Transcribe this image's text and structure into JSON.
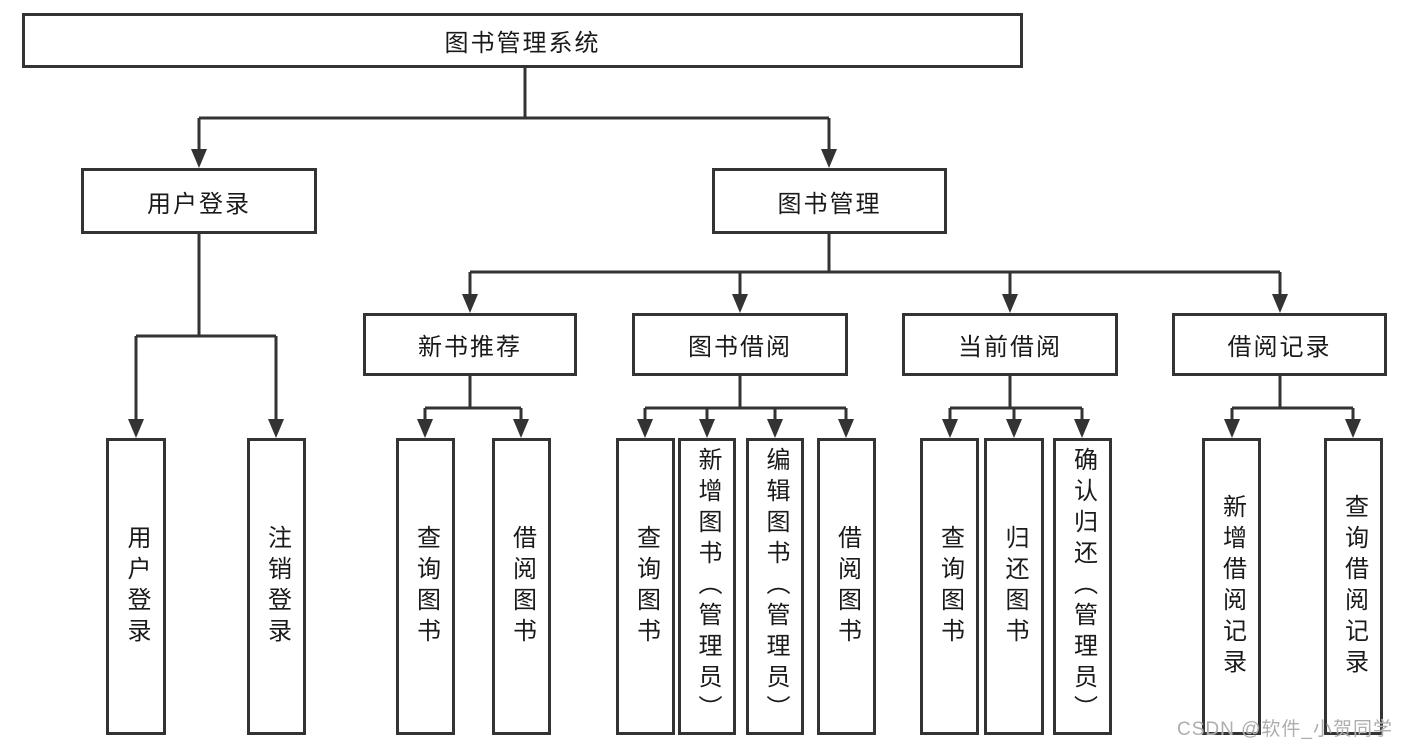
{
  "colors": {
    "background": "#ffffff",
    "line": "#333333",
    "text": "#1a1a1a",
    "watermark": "#aeaeae"
  },
  "tree": {
    "root": {
      "label": "图书管理系统",
      "children": [
        {
          "label": "用户登录",
          "children": [
            {
              "label": "用户登录"
            },
            {
              "label": "注销登录"
            }
          ]
        },
        {
          "label": "图书管理",
          "children": [
            {
              "label": "新书推荐",
              "children": [
                {
                  "label": "查询图书"
                },
                {
                  "label": "借阅图书"
                }
              ]
            },
            {
              "label": "图书借阅",
              "children": [
                {
                  "label": "查询图书"
                },
                {
                  "label": "新增图书（管理员）"
                },
                {
                  "label": "编辑图书（管理员）"
                },
                {
                  "label": "借阅图书"
                }
              ]
            },
            {
              "label": "当前借阅",
              "children": [
                {
                  "label": "查询图书"
                },
                {
                  "label": "归还图书"
                },
                {
                  "label": "确认归还（管理员）"
                }
              ]
            },
            {
              "label": "借阅记录",
              "children": [
                {
                  "label": "新增借阅记录"
                },
                {
                  "label": "查询借阅记录"
                }
              ]
            }
          ]
        }
      ]
    }
  },
  "watermark": {
    "text": "CSDN @软件_小贺同学"
  }
}
